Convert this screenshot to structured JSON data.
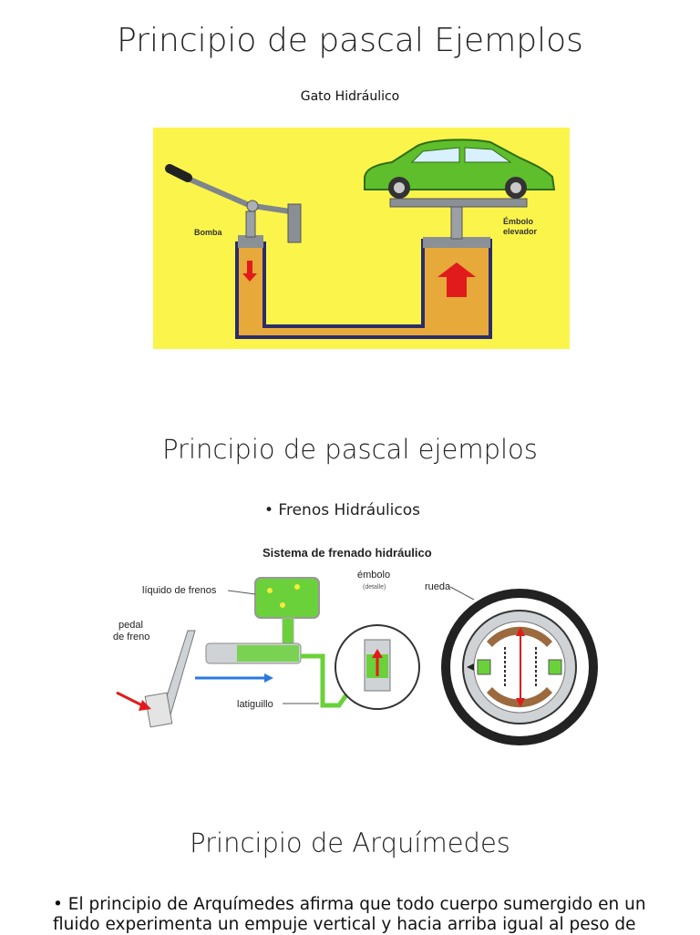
{
  "slide1": {
    "title": "Principio de pascal Ejemplos",
    "caption": "Gato Hidráulico",
    "labels": {
      "pump": "Bomba",
      "lift": "Émbolo\nelevador"
    }
  },
  "slide2": {
    "title": "Principio de pascal ejemplos",
    "bullet": "• Frenos Hidráulicos",
    "diagram_title": "Sistema de frenado hidráulico",
    "labels": {
      "fluid": "líquido de frenos",
      "piston": "émbolo",
      "detail": "(detalle)",
      "wheel": "rueda",
      "pedal_line1": "pedal",
      "pedal_line2": "de freno",
      "hose": "latiguillo"
    }
  },
  "slide3": {
    "title": "Principio de Arquímedes",
    "paragraph": "• El principio de Arquímedes afirma que todo cuerpo sumergido en un fluido experimenta un empuje vertical y hacia arriba igual al peso de"
  },
  "colors": {
    "yellow_bg": "#fbf54b",
    "fluid": "#e6a93a",
    "car": "#5fbe2c",
    "brake_fluid": "#6ad13a",
    "arrow_red": "#e11b1b",
    "arrow_blue": "#2a78e0"
  }
}
